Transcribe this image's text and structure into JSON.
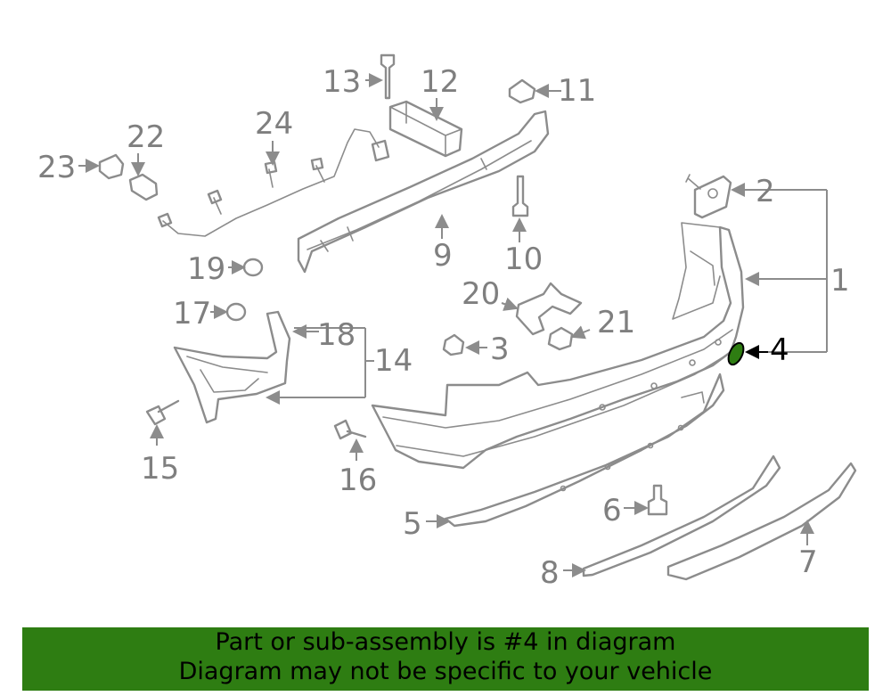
{
  "callouts": {
    "c1": "1",
    "c2": "2",
    "c3": "3",
    "c4": "4",
    "c5": "5",
    "c6": "6",
    "c7": "7",
    "c8": "8",
    "c9": "9",
    "c10": "10",
    "c11": "11",
    "c12": "12",
    "c13": "13",
    "c14": "14",
    "c15": "15",
    "c16": "16",
    "c17": "17",
    "c18": "18",
    "c19": "19",
    "c20": "20",
    "c21": "21",
    "c22": "22",
    "c23": "23",
    "c24": "24"
  },
  "highlight": {
    "part_number": "4",
    "color": "#2e7d12"
  },
  "banner": {
    "line1": "Part or sub-assembly is #4 in diagram",
    "line2": "Diagram may not be specific to your vehicle"
  }
}
